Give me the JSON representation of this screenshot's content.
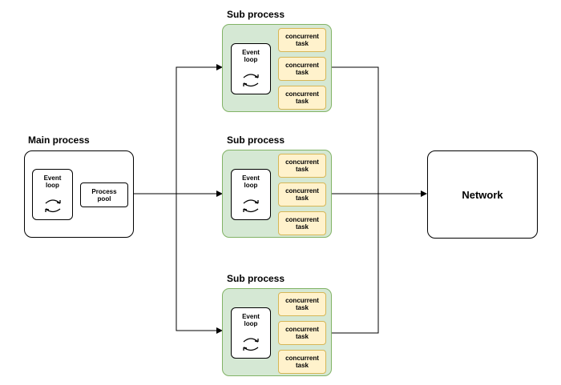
{
  "main": {
    "title": "Main process",
    "event_loop_label": "Event\nloop",
    "pool_label": "Process\npool"
  },
  "sub_processes": [
    {
      "title": "Sub process",
      "event_loop_label": "Event\nloop",
      "tasks": [
        "concurrent\ntask",
        "concurrent\ntask",
        "concurrent\ntask"
      ]
    },
    {
      "title": "Sub process",
      "event_loop_label": "Event\nloop",
      "tasks": [
        "concurrent\ntask",
        "concurrent\ntask",
        "concurrent\ntask"
      ]
    },
    {
      "title": "Sub process",
      "event_loop_label": "Event\nloop",
      "tasks": [
        "concurrent\ntask",
        "concurrent\ntask",
        "concurrent\ntask"
      ]
    }
  ],
  "network": {
    "label": "Network"
  },
  "colors": {
    "sub_fill": "#d5e8d4",
    "sub_stroke": "#82b366",
    "task_fill": "#fff2cc",
    "task_stroke": "#d6b656"
  },
  "icons": {
    "loop": "refresh-cycle-icon"
  }
}
